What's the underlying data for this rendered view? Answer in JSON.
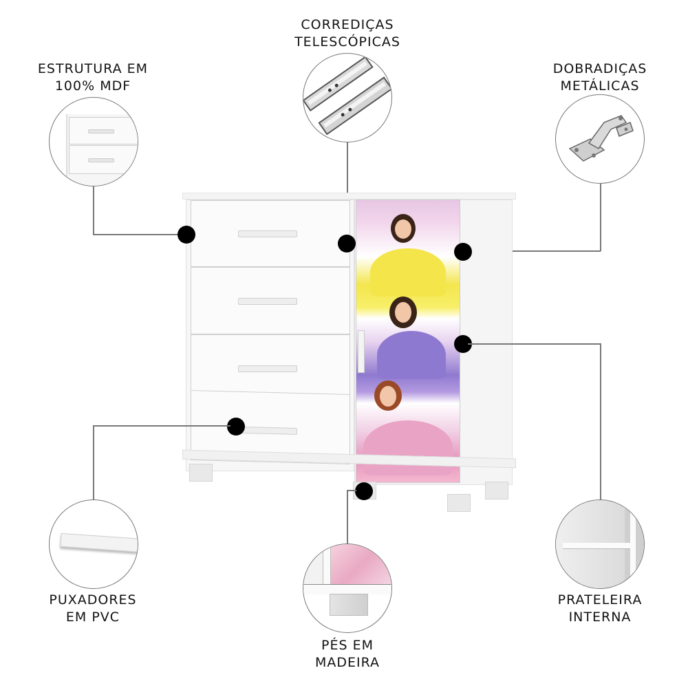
{
  "features": [
    {
      "id": "estrutura",
      "line1": "ESTRUTURA EM",
      "line2": "100% MDF",
      "icon": "dresser-drawers-detail"
    },
    {
      "id": "corredicas",
      "line1": "CORREDIÇAS",
      "line2": "TELESCÓPICAS",
      "icon": "telescopic-drawer-slides"
    },
    {
      "id": "dobradicas",
      "line1": "DOBRADIÇAS",
      "line2": "METÁLICAS",
      "icon": "metal-hinge"
    },
    {
      "id": "puxadores",
      "line1": "PUXADORES",
      "line2": "EM PVC",
      "icon": "pvc-handle"
    },
    {
      "id": "pes",
      "line1": "PÉS EM",
      "line2": "MADEIRA",
      "icon": "wooden-foot"
    },
    {
      "id": "prateleira",
      "line1": "PRATELEIRA",
      "line2": "INTERNA",
      "icon": "internal-shelf"
    }
  ],
  "product": {
    "drawers": 4,
    "doors": 1,
    "door_print": "princesses",
    "colors": {
      "body": "#f7f7f7",
      "yellow_dress": "#f3e64d",
      "purple_dress": "#8f7ad0",
      "pink_dress": "#e597bd",
      "dot": "#000000",
      "line": "#777777"
    }
  }
}
